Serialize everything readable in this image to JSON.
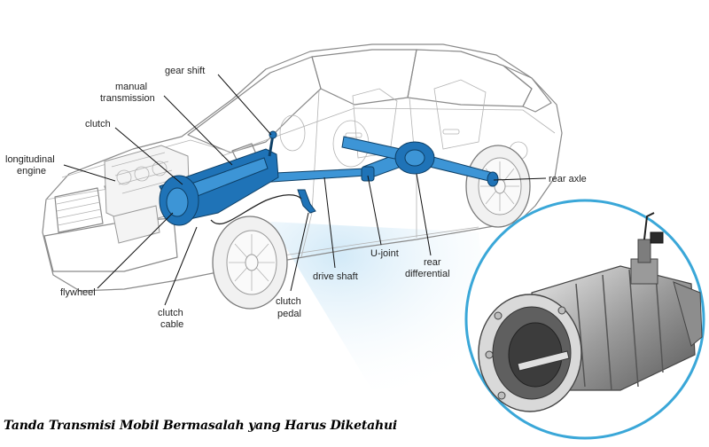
{
  "labels": {
    "gear_shift": "gear shift",
    "manual_transmission_1": "manual",
    "manual_transmission_2": "transmission",
    "clutch": "clutch",
    "longitudinal_engine_1": "longitudinal",
    "longitudinal_engine_2": "engine",
    "rear_axle": "rear axle",
    "u_joint": "U-joint",
    "rear_differential_1": "rear",
    "rear_differential_2": "differential",
    "drive_shaft": "drive shaft",
    "flywheel": "flywheel",
    "clutch_pedal_1": "clutch",
    "clutch_pedal_2": "pedal",
    "clutch_cable_1": "clutch",
    "clutch_cable_2": "cable"
  },
  "caption": "Tanda Transmisi Mobil Bermasalah yang Harus Diketahui",
  "colors": {
    "drivetrain": "#1f73b7",
    "drivetrain_dark": "#0d3f66",
    "callout_ring": "#3aa7d8",
    "car_outline": "#8a8a8a"
  }
}
